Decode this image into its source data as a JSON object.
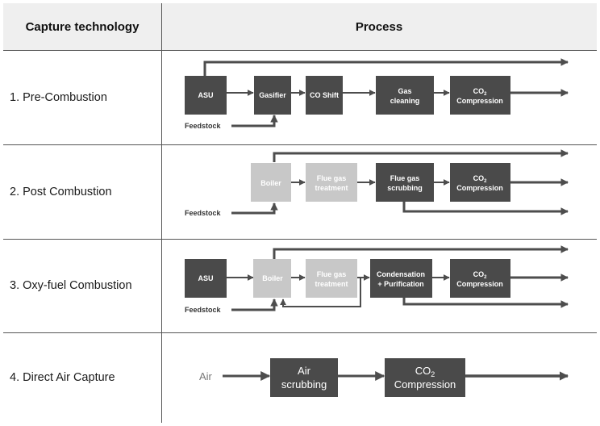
{
  "header": {
    "col1": "Capture technology",
    "col2": "Process"
  },
  "rows": [
    {
      "label": "1. Pre-Combustion",
      "asu": "ASU",
      "gasifier": "Gasifier",
      "co_shift": "CO Shift",
      "gas_cleaning": [
        "Gas",
        "cleaning"
      ],
      "co2_compression": [
        "CO",
        "2",
        "Compression"
      ],
      "feedstock": "Feedstock"
    },
    {
      "label": "2. Post Combustion",
      "boiler": "Boiler",
      "flue_gas_treatment": [
        "Flue gas",
        "treatment"
      ],
      "flue_gas_scrubbing": [
        "Flue gas",
        "scrubbing"
      ],
      "co2_compression": [
        "CO",
        "2",
        "Compression"
      ],
      "feedstock": "Feedstock"
    },
    {
      "label": "3. Oxy-fuel Combustion",
      "asu": "ASU",
      "boiler": "Boiler",
      "flue_gas_treatment": [
        "Flue gas",
        "treatment"
      ],
      "condensation": [
        "Condensation",
        "+ Purification"
      ],
      "co2_compression": [
        "CO",
        "2",
        "Compression"
      ],
      "feedstock": "Feedstock"
    },
    {
      "label": "4. Direct Air Capture",
      "air": "Air",
      "air_scrubbing": [
        "Air",
        "scrubbing"
      ],
      "co2_compression": [
        "CO",
        "2",
        "Compression"
      ]
    }
  ],
  "colors": {
    "header_bg": "#efefef",
    "dark_box": "#4a4a4a",
    "light_box": "#c8c8c8",
    "arrow": "#4d4d4d",
    "grid": "#555555"
  }
}
